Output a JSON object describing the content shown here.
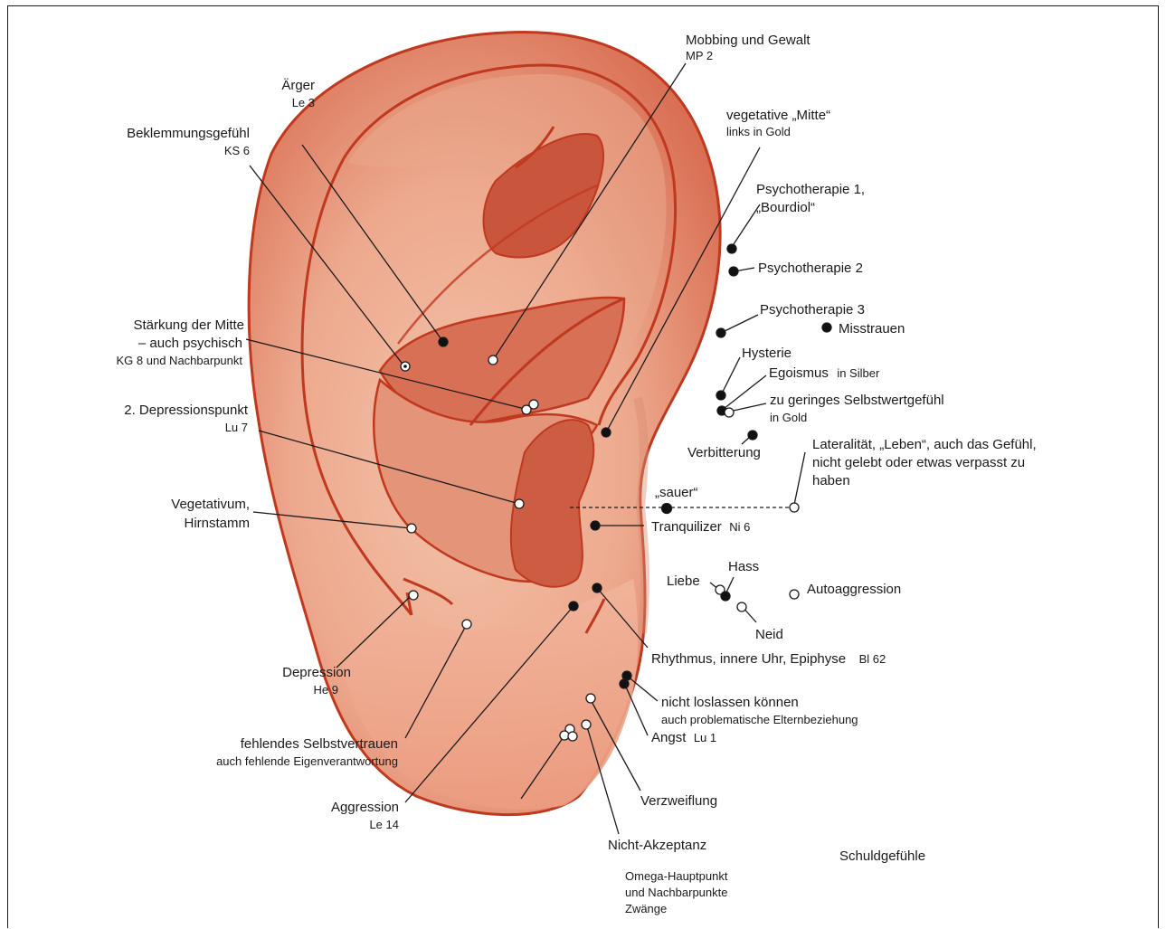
{
  "colors": {
    "skin_light": "#f6d3bd",
    "skin_mid": "#e8937a",
    "skin_dark": "#c9533b",
    "outline": "#c0391f",
    "line": "#1a1a1a",
    "dot_black": "#111111",
    "dot_white": "#ffffff"
  },
  "labels": {
    "mobbing": {
      "title": "Mobbing und Gewalt",
      "sub": "MP 2"
    },
    "aerger": {
      "title": "Ärger",
      "sub": "Le 3"
    },
    "beklemmung": {
      "title": "Beklemmungsgefühl",
      "sub": "KS 6"
    },
    "vegetative_mitte": {
      "title": "vegetative „Mitte“",
      "sub": "links in Gold"
    },
    "psycho1": {
      "line1": "Psychotherapie 1,",
      "line2": "„Bourdiol“"
    },
    "psycho2": {
      "title": "Psychotherapie 2"
    },
    "psycho3": {
      "title": "Psychotherapie 3"
    },
    "misstrauen": {
      "title": "Misstrauen"
    },
    "staerkung": {
      "line1": "Stärkung der Mitte",
      "line2": "– auch psychisch",
      "sub": "KG 8 und Nachbarpunkt"
    },
    "hysterie": {
      "title": "Hysterie"
    },
    "egoismus": {
      "title": "Egoismus",
      "sub": "in Silber"
    },
    "selbstwert": {
      "title": "zu geringes Selbstwertgefühl",
      "sub": "in Gold"
    },
    "depression2": {
      "title": "2. Depressionspunkt",
      "sub": "Lu 7"
    },
    "verbitterung": {
      "title": "Verbitterung"
    },
    "lateralitaet": {
      "line1": "Lateralität, „Leben“, auch das Gefühl,",
      "line2": "nicht gelebt oder etwas verpasst zu",
      "line3": "haben"
    },
    "sauer": {
      "title": "„sauer“"
    },
    "vegetativum": {
      "line1": "Vegetativum,",
      "line2": "Hirnstamm"
    },
    "tranquilizer": {
      "title": "Tranquilizer",
      "sub": "Ni 6"
    },
    "hass": {
      "title": "Hass"
    },
    "liebe": {
      "title": "Liebe"
    },
    "autoaggression": {
      "title": "Autoaggression"
    },
    "neid": {
      "title": "Neid"
    },
    "depression": {
      "title": "Depression",
      "sub": "He 9"
    },
    "rhythmus": {
      "title": "Rhythmus, innere Uhr, Epiphyse",
      "sub": "Bl 62"
    },
    "loslassen": {
      "title": "nicht loslassen können",
      "sub": "auch problematische Elternbeziehung"
    },
    "angst": {
      "title": "Angst",
      "sub": "Lu 1"
    },
    "selbstvertrauen": {
      "title": "fehlendes Selbstvertrauen",
      "sub": "auch fehlende Eigenverantwortung"
    },
    "verzweiflung": {
      "title": "Verzweiflung"
    },
    "aggression": {
      "title": "Aggression",
      "sub": "Le 14"
    },
    "nicht_akzeptanz": {
      "title": "Nicht-Akzeptanz"
    },
    "schuld": {
      "title": "Schuldgefühle"
    },
    "omega": {
      "line1": "Omega-Hauptpunkt",
      "line2": "und Nachbarpunkte",
      "line3": "Zwänge"
    }
  }
}
